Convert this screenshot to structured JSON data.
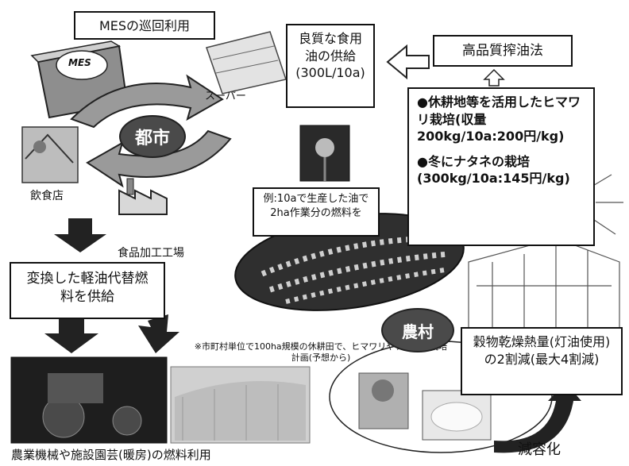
{
  "diagram": {
    "mes_cycle_title": "MESの巡回利用",
    "mes_logo": "MES",
    "city": "都市",
    "supermarket": "スーパー",
    "restaurant": "飲食店",
    "food_factory": "食品加工工場",
    "oil_supply": "良質な食用油の供給(300L/10a)",
    "method": "高品質搾油法",
    "cultivation_1": "●休耕地等を活用したヒマワリ栽培(収量200kg/10a:200円/kg)",
    "cultivation_2": "●冬にナタネの栽培(300kg/10a:145円/kg)",
    "example_note": "例:10aで生産した油で2ha作業分の燃料を",
    "fuel_supply": "変換した軽油代替燃料を供給",
    "municipal_note": "※市町村単位で100ha規模の休耕田で、ヒマワリやナタネの栽培計画(予想から)",
    "village": "農村",
    "drying": "穀物乾燥熱量(灯油使用)の2割減(最大4割減)",
    "volume_reduction": "減容化",
    "bottom_caption": "農業機械や施設園芸(暖房)の燃料利用"
  },
  "colors": {
    "dark": "#3a3a3a",
    "mid": "#8a8a8a",
    "light": "#cfcfcf"
  }
}
